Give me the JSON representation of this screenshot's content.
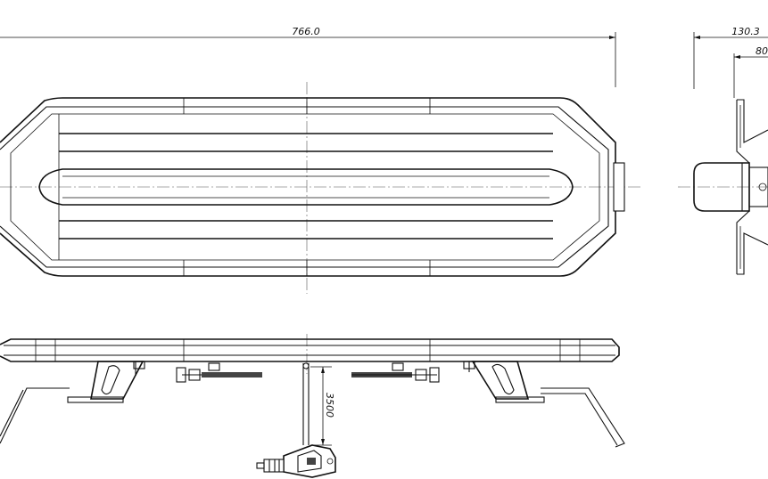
{
  "dimensions": {
    "overall_length": "766.0",
    "side_depth": "130.3",
    "side_inner": "80",
    "cable_length": "3500"
  },
  "colors": {
    "line": "#111111",
    "centerline": "#555555",
    "background": "#ffffff"
  }
}
